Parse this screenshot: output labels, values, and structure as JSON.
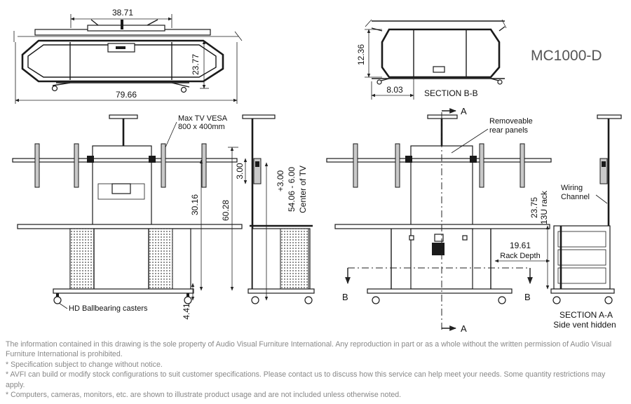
{
  "model": "MC1000-D",
  "dimensions": {
    "top_span": "38.71",
    "top_depth": "23.77",
    "overall_width": "79.66",
    "section_depth": "12.36",
    "section_offset": "8.03",
    "tv_height": "30.16",
    "overall_height": "60.28",
    "mount_offset": "3.00",
    "center_adjust": "+3.00",
    "center_range": "54.06 - 6.00",
    "rack_height": "23.75",
    "rack_depth": "19.61",
    "caster_height": "4.41"
  },
  "labels": {
    "section_bb": "SECTION B-B",
    "vesa_line1": "Max TV VESA",
    "vesa_line2": "800 x 400mm",
    "center_of_tv": "Center of TV",
    "rack_units": "13U rack",
    "rack_depth_label": "Rack Depth",
    "casters": "HD Ballbearing casters",
    "removable_line1": "Removeable",
    "removable_line2": "rear panels",
    "wiring_line1": "Wiring",
    "wiring_line2": "Channel",
    "section_a": "A",
    "section_b": "B",
    "section_aa": "SECTION A-A",
    "side_vent": "Side vent hidden"
  },
  "notes": [
    "The information contained in this drawing is the sole property of Audio Visual Furniture International. Any reproduction in part or as a whole without the written permission of Audio Visual Furniture International is prohibited.",
    "* Specification subject to change without notice.",
    "* AVFI can build or modify stock configurations to suit customer specifications. Please contact us to discuss how this service can help meet your needs. Some quantity restrictions may apply.",
    "* Computers, cameras, monitors, etc. are shown to illustrate product usage and are not included unless otherwise noted."
  ]
}
